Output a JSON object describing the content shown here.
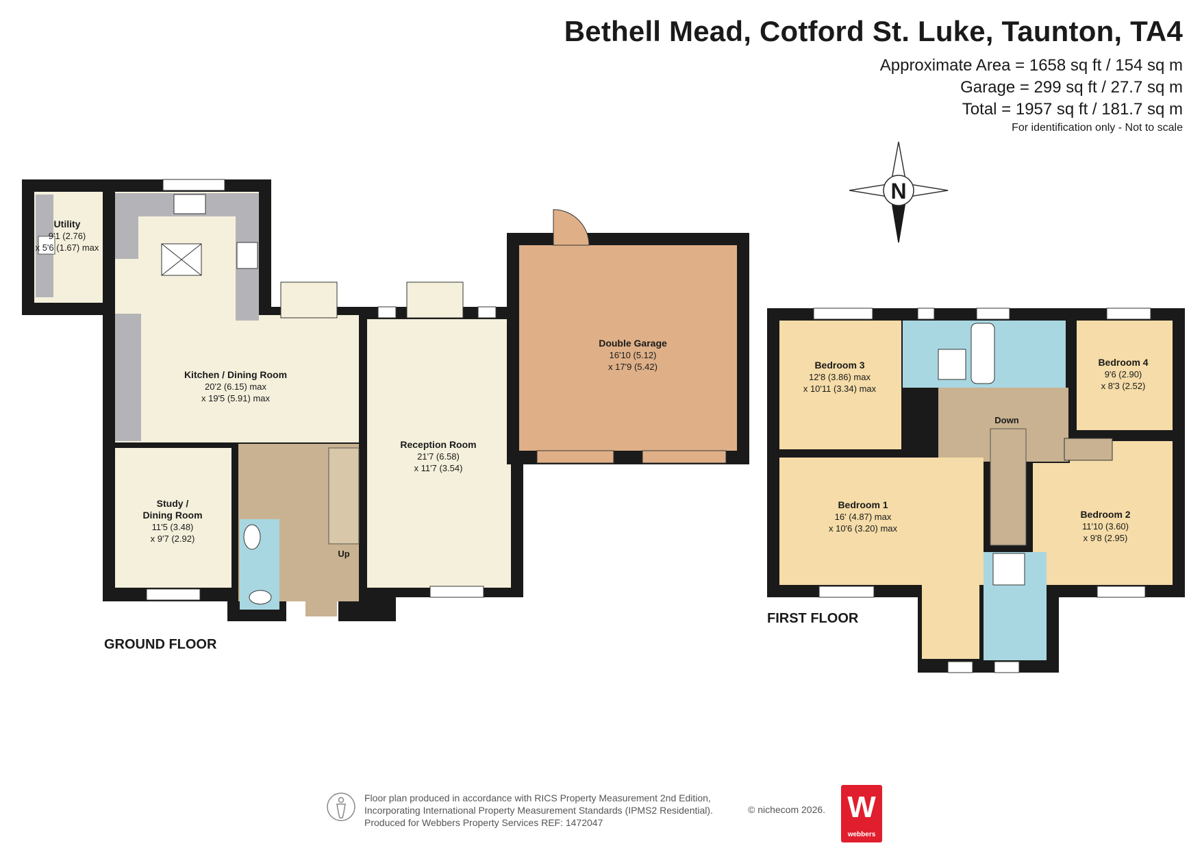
{
  "header": {
    "title": "Bethell Mead, Cotford St. Luke, Taunton, TA4",
    "approx_area": "Approximate Area = 1658 sq ft / 154 sq m",
    "garage_area": "Garage = 299 sq ft / 27.7 sq m",
    "total_area": "Total = 1957 sq ft / 181.7 sq m",
    "disclaimer": "For identification only - Not to scale"
  },
  "compass": {
    "label": "N"
  },
  "ground_floor": {
    "label": "GROUND FLOOR",
    "stairs_label": "Up",
    "rooms": [
      {
        "name": "Utility",
        "dim1": "9'1 (2.76)",
        "dim2": "x 5'6 (1.67) max"
      },
      {
        "name": "Kitchen / Dining Room",
        "dim1": "20'2 (6.15) max",
        "dim2": "x 19'5 (5.91) max"
      },
      {
        "name": "Study /",
        "name2": "Dining Room",
        "dim1": "11'5 (3.48)",
        "dim2": "x 9'7 (2.92)"
      },
      {
        "name": "Reception Room",
        "dim1": "21'7 (6.58)",
        "dim2": "x 11'7 (3.54)"
      },
      {
        "name": "Double Garage",
        "dim1": "16'10 (5.12)",
        "dim2": "x 17'9 (5.42)"
      }
    ]
  },
  "first_floor": {
    "label": "FIRST FLOOR",
    "stairs_label": "Down",
    "rooms": [
      {
        "name": "Bedroom 3",
        "dim1": "12'8 (3.86) max",
        "dim2": "x 10'11 (3.34) max"
      },
      {
        "name": "Bedroom 4",
        "dim1": "9'6 (2.90)",
        "dim2": "x 8'3 (2.52)"
      },
      {
        "name": "Bedroom 1",
        "dim1": "16' (4.87) max",
        "dim2": "x 10'6 (3.20) max"
      },
      {
        "name": "Bedroom 2",
        "dim1": "11'10 (3.60)",
        "dim2": "x 9'8 (2.95)"
      }
    ]
  },
  "footer": {
    "line1": "Floor plan produced in accordance with RICS Property Measurement 2nd Edition,",
    "line2": "Incorporating International Property Measurement Standards (IPMS2 Residential).",
    "line3": "Produced for Webbers Property Services    REF: 1472047",
    "copyright": "© nichecom 2026.",
    "logo_mark": "W",
    "logo_word": "webbers"
  },
  "colors": {
    "wall": "#1a1a1a",
    "cream": "#f4f0dc",
    "hall": "#c9b291",
    "garage": "#dfb088",
    "bathroom": "#a9d7e1",
    "bedroom": "#f5dca8",
    "kitchen_unit": "#b4b4b8",
    "logo_red": "#e01e2d"
  }
}
